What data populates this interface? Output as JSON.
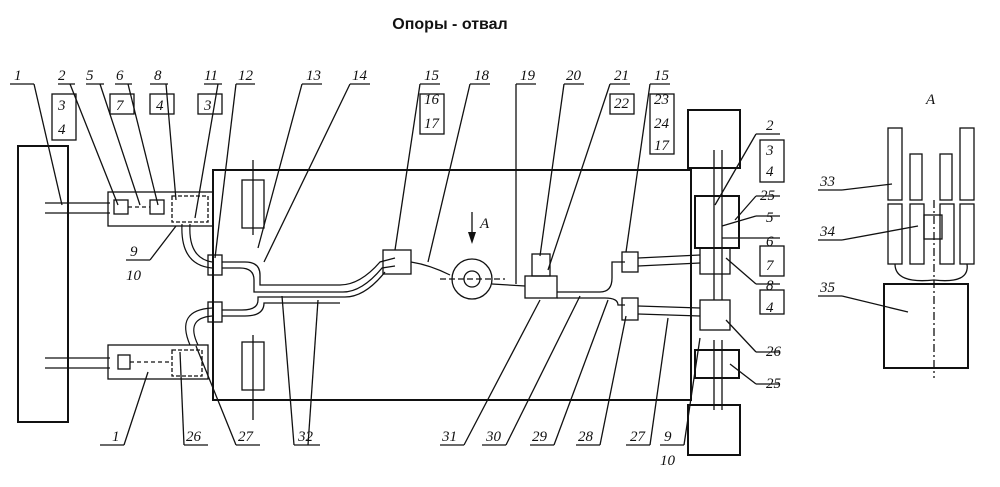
{
  "title": "Опоры - отвал",
  "view_label": "А",
  "arrow_label": "А",
  "labels_top": [
    "1",
    "2",
    "3",
    "4",
    "5",
    "6",
    "7",
    "8",
    "4",
    "11",
    "3",
    "12",
    "13",
    "14",
    "15",
    "16",
    "17",
    "18",
    "19",
    "20",
    "21",
    "22",
    "15",
    "23",
    "24",
    "17"
  ],
  "labels_right": [
    "2",
    "3",
    "4",
    "25",
    "5",
    "6",
    "7",
    "8",
    "4",
    "26",
    "25"
  ],
  "labels_bottom": [
    "1",
    "26",
    "27",
    "32",
    "31",
    "30",
    "29",
    "28",
    "27",
    "9",
    "10"
  ],
  "labels_left": [
    "9",
    "10"
  ],
  "labels_view": [
    "33",
    "34",
    "35"
  ]
}
